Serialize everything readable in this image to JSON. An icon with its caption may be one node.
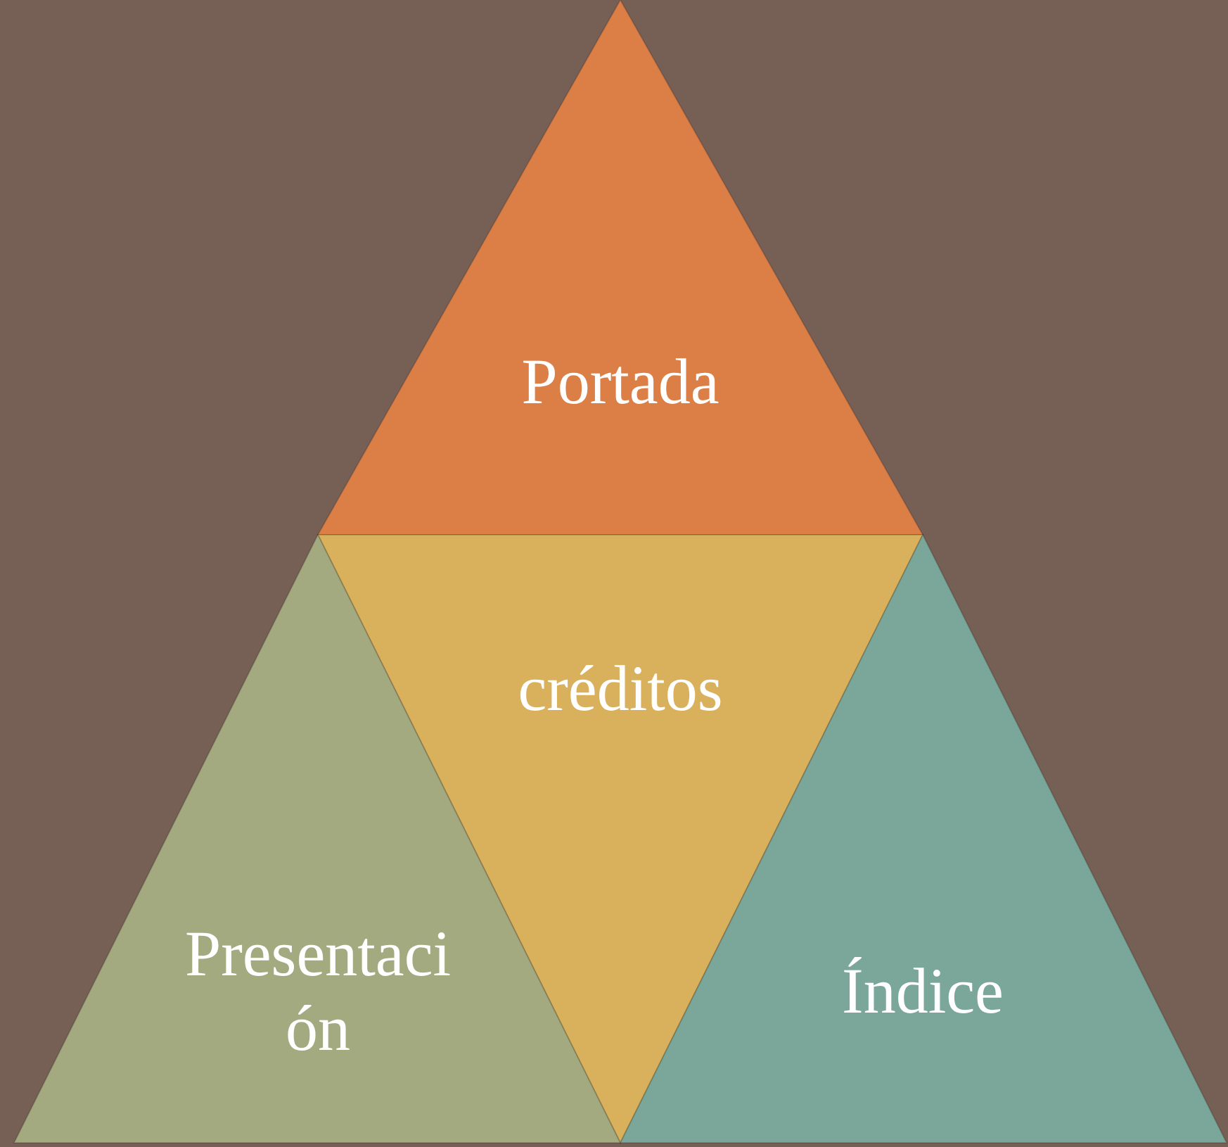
{
  "diagram": {
    "nodes": [
      {
        "text": [
          "Portada"
        ]
      },
      {
        "text": [
          "créditos"
        ]
      },
      {
        "text": [
          "Presentación"
        ]
      },
      {
        "text": [
          "Índice"
        ]
      }
    ]
  }
}
